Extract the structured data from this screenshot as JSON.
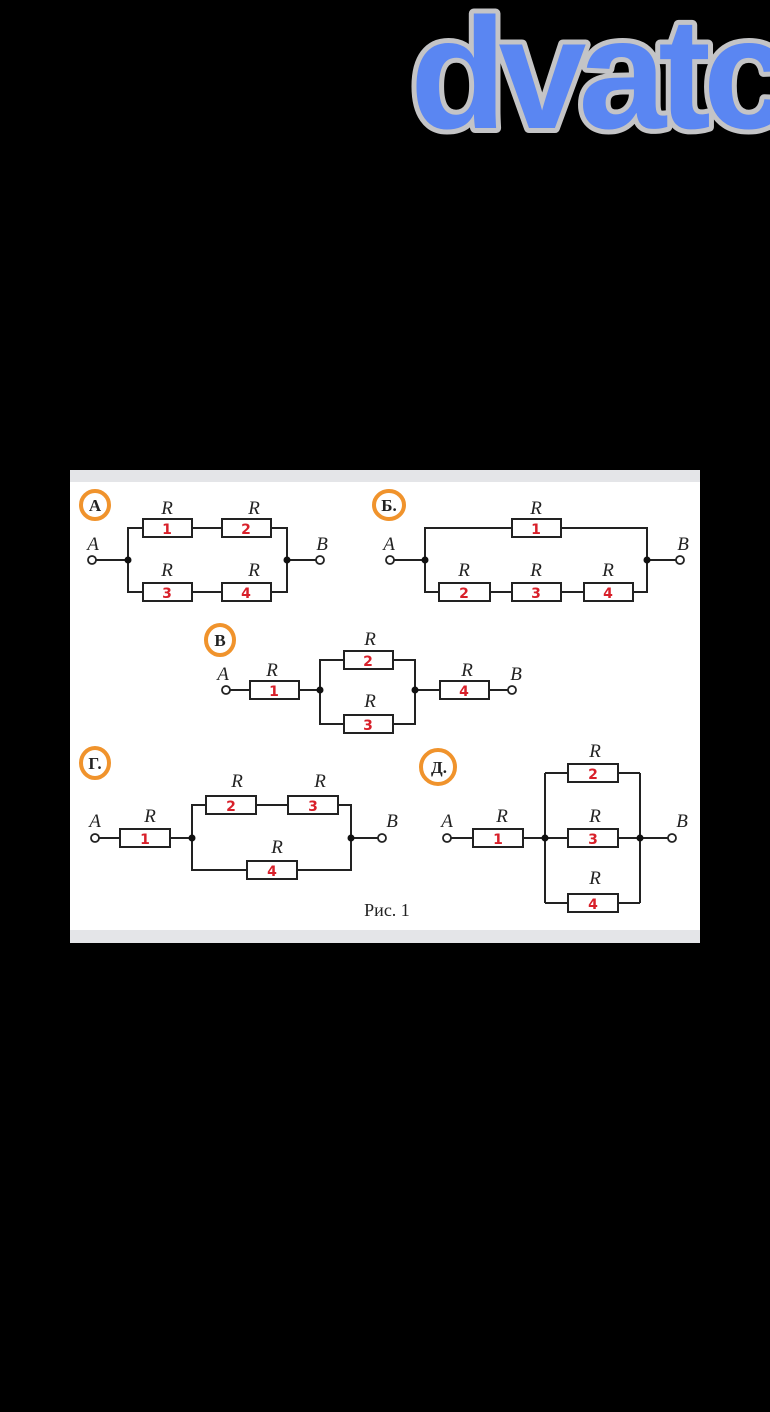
{
  "watermark": "dvatch",
  "figure": {
    "caption": "Рис. 1",
    "circuits": [
      {
        "label": "А",
        "terminals": [
          "A",
          "B"
        ],
        "resistor_symbol": "R",
        "resistors": [
          "1",
          "2",
          "3",
          "4"
        ]
      },
      {
        "label": "Б.",
        "terminals": [
          "A",
          "B"
        ],
        "resistor_symbol": "R",
        "resistors": [
          "1",
          "2",
          "3",
          "4"
        ]
      },
      {
        "label": "В",
        "terminals": [
          "A",
          "B"
        ],
        "resistor_symbol": "R",
        "resistors": [
          "1",
          "2",
          "3",
          "4"
        ]
      },
      {
        "label": "Г.",
        "terminals": [
          "A",
          "B"
        ],
        "resistor_symbol": "R",
        "resistors": [
          "1",
          "2",
          "3",
          "4"
        ]
      },
      {
        "label": "Д.",
        "terminals": [
          "A",
          "B"
        ],
        "resistor_symbol": "R",
        "resistors": [
          "1",
          "2",
          "3",
          "4"
        ]
      }
    ]
  },
  "colors": {
    "background": "#000000",
    "watermark_fill": "#5a86f2",
    "highlight_ring": "#f0932c",
    "resistor_number": "#d8202a"
  }
}
